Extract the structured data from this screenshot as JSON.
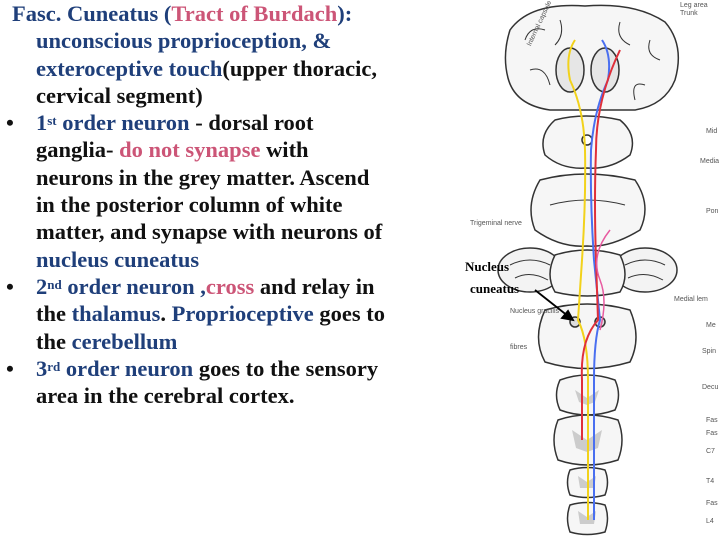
{
  "title": {
    "part1": "Fasc. Cuneatus",
    "part2": "(",
    "part3": "Tract of Burdach",
    "part4": "):",
    "line2": "unconscious proprioception,  &",
    "line3a": "exteroceptive touch",
    "line3b": "(upper thoracic,",
    "line4": "cervical segment)"
  },
  "bullets": [
    {
      "marker": "•",
      "l1_ord": "1",
      "l1_sup": "st",
      "l1_a": " order neuron",
      "l1_b": " - dorsal root",
      "l2_a": "ganglia- ",
      "l2_b": "do not synapse",
      "l2_c": " with",
      "l3": "neurons in the grey matter. Ascend",
      "l4": "in the posterior column of white",
      "l5": "matter, and synapse with neurons of",
      "l6": "nucleus cuneatus"
    },
    {
      "marker": "•",
      "l1_ord": "2",
      "l1_sup": "nd",
      "l1_a": " order neuron ,",
      "l1_b": "cross",
      "l1_c": " and relay in",
      "l2_a": "the ",
      "l2_b": "thalamus",
      "l2_c": ". ",
      "l2_d": "Proprioceptive",
      "l2_e": " goes to",
      "l3_a": "the ",
      "l3_b": "cerebellum"
    },
    {
      "marker": "•",
      "l1_ord": "3",
      "l1_sup": "rd",
      "l1_a": " order neuron",
      "l1_b": " goes to the sensory",
      "l2": "area in the cerebral cortex."
    }
  ],
  "diagram": {
    "nucleus_label_1": "Nucleus",
    "nucleus_label_2": "cuneatus",
    "labels": {
      "leg_area": "Leg area",
      "trunk": "Trunk",
      "mid": "Mid",
      "medial": "Media",
      "pons": "Pon",
      "medial_lemniscus": "Medial lem",
      "medulla": "Me",
      "spinal": "Spin",
      "decussation": "Decu",
      "fas1": "Fas",
      "fas2": "Fas",
      "c7": "C7",
      "t4": "T4",
      "fas3": "Fas",
      "l4": "L4",
      "internal_capsule": "Internal capsule",
      "nucleus_gracilis": "Nucleus gracilis",
      "fibres": "fibres",
      "trigeminal_nerve": "Trigeminal nerve"
    },
    "colors": {
      "red": "#e0303a",
      "blue": "#4a6ff0",
      "yellow": "#f2d21b",
      "pink": "#e85aa0"
    }
  }
}
